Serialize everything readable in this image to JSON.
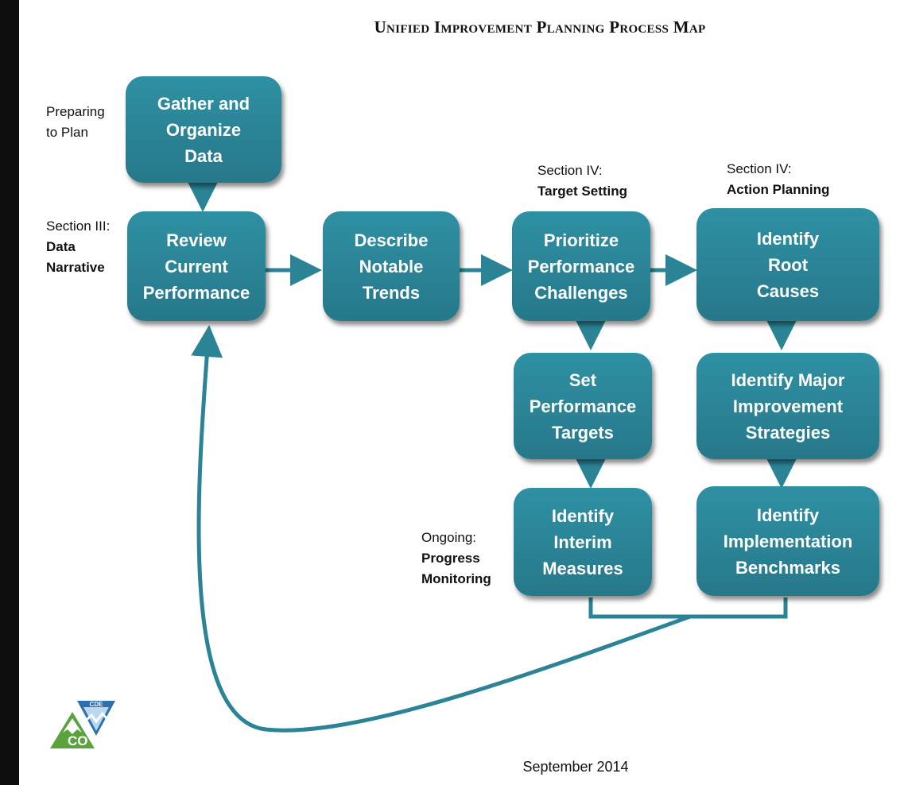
{
  "title": "Unified Improvement Planning Process Map",
  "nodes": {
    "gather": "Gather and\nOrganize\nData",
    "review": "Review\nCurrent\nPerformance",
    "describe": "Describe\nNotable\nTrends",
    "prioritize": "Prioritize\nPerformance\nChallenges",
    "root_causes": "Identify\nRoot\nCauses",
    "set_targets": "Set\nPerformance\nTargets",
    "major_strategies": "Identify Major\nImprovement\nStrategies",
    "interim_measures": "Identify\nInterim\nMeasures",
    "benchmarks": "Identify\nImplementation\nBenchmarks"
  },
  "labels": {
    "preparing": {
      "normal": "Preparing\nto Plan",
      "bold": ""
    },
    "section3": {
      "normal": "Section III:",
      "bold": "Data\nNarrative"
    },
    "target_setting": {
      "normal": "Section IV:",
      "bold": "Target Setting"
    },
    "action_planning": {
      "normal": "Section IV:",
      "bold": "Action Planning"
    },
    "ongoing": {
      "normal": "Ongoing:",
      "bold": "Progress\nMonitoring"
    }
  },
  "footer": "September 2014",
  "logo": {
    "text_co": "CO",
    "text_cde": "CDE"
  },
  "colors": {
    "box": "#2a8496",
    "arrow": "#2a8496",
    "background": "#0e0e0e"
  }
}
